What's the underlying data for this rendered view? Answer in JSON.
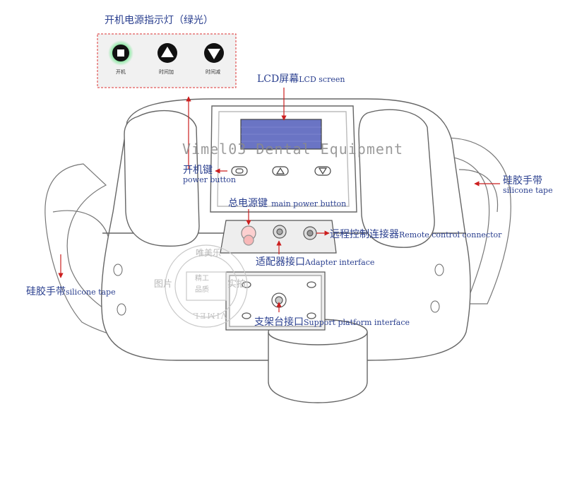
{
  "indicator": {
    "title": "开机电源指示灯（绿光）",
    "buttons": [
      {
        "caption": "开机"
      },
      {
        "caption": "时间加"
      },
      {
        "caption": "时间减"
      }
    ]
  },
  "callouts": {
    "lcd": {
      "cn": "LCD屏幕",
      "en": "LCD screen"
    },
    "power_button": {
      "cn": "开机键",
      "en": "power button"
    },
    "main_power": {
      "cn": "总电源键",
      "en": "main power button"
    },
    "remote": {
      "cn": "远程控制连接器",
      "en": "Remote control connector"
    },
    "adapter": {
      "cn": "适配器接口",
      "en": "Adapter interface"
    },
    "support": {
      "cn": "支架台接口",
      "en": "Support platform interface"
    },
    "silicone_right": {
      "cn": "硅胶手带",
      "en": "silicone tape"
    },
    "silicone_left": {
      "cn": "硅胶手带",
      "en": "silicone tape"
    }
  },
  "watermark": {
    "text": "Vimel03 Dental Equipment",
    "seal": {
      "top": "唯美乐",
      "left": "图片",
      "right": "实拍",
      "center1": "精工",
      "center2": "品质",
      "bottom": "VIMEL"
    }
  },
  "colors": {
    "label": "#2a3f8f",
    "arrow": "#cc1f1f",
    "lcd": "#6a74c4",
    "led": "#2ee05a"
  }
}
